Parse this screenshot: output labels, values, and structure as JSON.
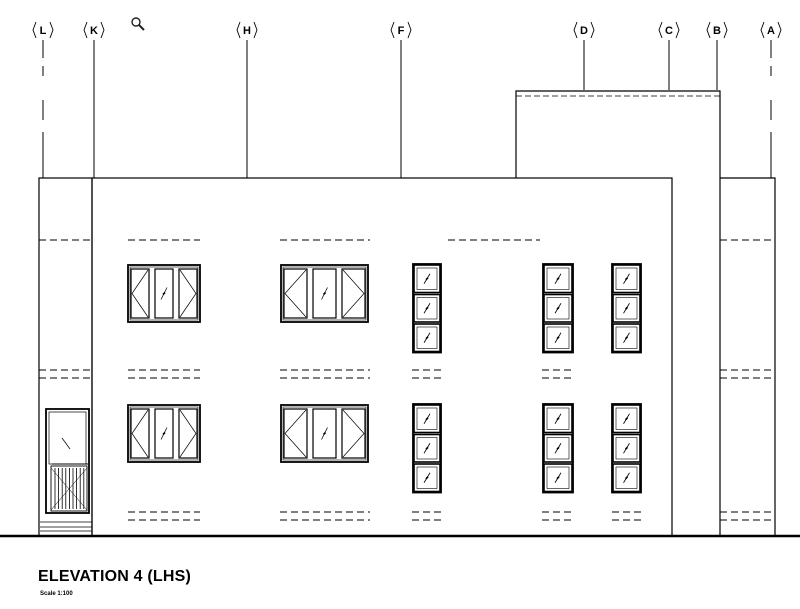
{
  "drawing": {
    "title": "ELEVATION 4 (LHS)",
    "scale": "Scale 1:100",
    "grid_lines": [
      "L",
      "K",
      "H",
      "F",
      "D",
      "C",
      "B",
      "A"
    ]
  },
  "tools": {
    "zoom_icon": "magnifier-icon"
  },
  "colors": {
    "line": "#000000",
    "background": "#ffffff"
  }
}
